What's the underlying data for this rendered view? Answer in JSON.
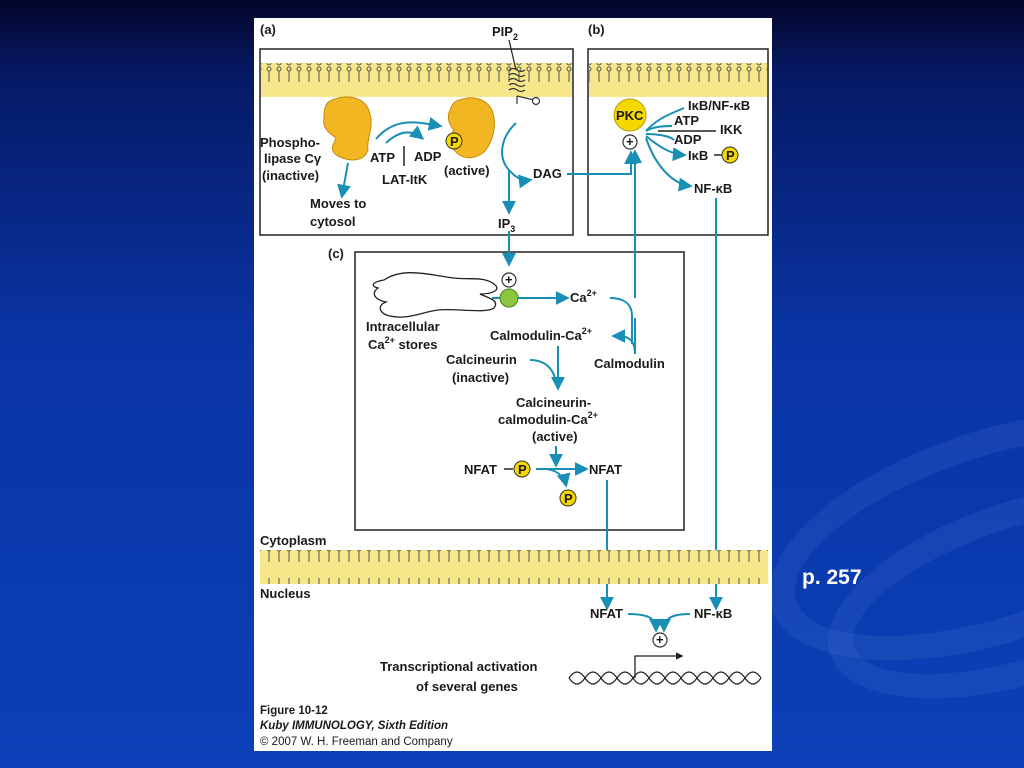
{
  "slide": {
    "page_ref": "p. 257"
  },
  "panels": {
    "a": "(a)",
    "b": "(b)",
    "c": "(c)"
  },
  "labels": {
    "pip2": "PIP",
    "pip2_sub": "2",
    "plc_1": "Phospho-",
    "plc_2": "lipase Cγ",
    "plc_3": "(inactive)",
    "moves_1": "Moves to",
    "moves_2": "cytosol",
    "atp": "ATP",
    "adp": "ADP",
    "lat": "LAT-ItK",
    "active": "(active)",
    "dag": "DAG",
    "ip3": "IP",
    "ip3_sub": "3",
    "pkc": "PKC",
    "ikb_nfkb": "IκB/NF-κB",
    "atp_b": "ATP",
    "adp_b": "ADP",
    "ikk": "IKK",
    "ikb": "IκB",
    "nfkb": "NF-κB",
    "p": "P",
    "plus": "+",
    "ca": "Ca",
    "ca_sup": "2+",
    "intra_1": "Intracellular",
    "intra_2": "Ca",
    "intra_2_sup": "2+",
    "intra_2b": " stores",
    "calmod_ca": "Calmodulin-Ca",
    "calmod_ca_sup": "2+",
    "calmodulin": "Calmodulin",
    "calcin_1": "Calcineurin",
    "calcin_2": "(inactive)",
    "cc_1": "Calcineurin-",
    "cc_2": "calmodulin-Ca",
    "cc_2_sup": "2+",
    "cc_3": "(active)",
    "nfat": "NFAT",
    "nfat_2": "NFAT",
    "cytoplasm": "Cytoplasm",
    "nucleus": "Nucleus",
    "nfat_n": "NFAT",
    "nfkb_n": "NF-κB",
    "trans_1": "Transcriptional activation",
    "trans_2": "of several genes"
  },
  "caption": {
    "fig": "Figure 10-12",
    "book": "Kuby IMMUNOLOGY, Sixth Edition",
    "copyright": "© 2007 W. H. Freeman and Company"
  },
  "colors": {
    "arrow": "#1a8fb5",
    "membrane": "#f6e88a",
    "enzyme": "#f2b623",
    "phosphate": "#f5d800",
    "channel": "#8cc63e"
  }
}
